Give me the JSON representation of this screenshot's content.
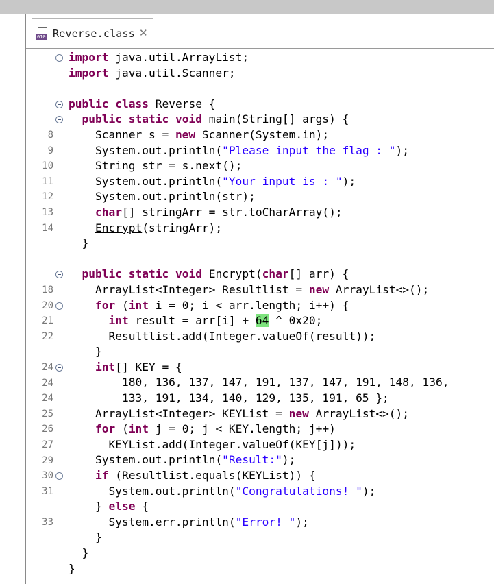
{
  "tab": {
    "title": "Reverse.class",
    "icon": "class-file-icon",
    "close_glyph": "✕"
  },
  "gutter": {
    "line_numbers": [
      "",
      "",
      "",
      "",
      "",
      "8",
      "9",
      "10",
      "11",
      "12",
      "13",
      "14",
      "",
      "",
      "",
      "18",
      "20",
      "21",
      "22",
      "",
      "24",
      "24",
      "24",
      "25",
      "26",
      "27",
      "29",
      "30",
      "31",
      "",
      "33",
      "",
      "",
      ""
    ]
  },
  "code_lines": [
    [
      [
        "kw",
        "import"
      ],
      [
        "",
        " java.util.ArrayList;"
      ]
    ],
    [
      [
        "kw",
        "import"
      ],
      [
        "",
        " java.util.Scanner;"
      ]
    ],
    [],
    [
      [
        "kw",
        "public"
      ],
      [
        "",
        " "
      ],
      [
        "kw",
        "class"
      ],
      [
        "",
        " Reverse {"
      ]
    ],
    [
      [
        "",
        "  "
      ],
      [
        "kw",
        "public"
      ],
      [
        "",
        " "
      ],
      [
        "kw",
        "static"
      ],
      [
        "",
        " "
      ],
      [
        "kw",
        "void"
      ],
      [
        "",
        " main(String[] args) {"
      ]
    ],
    [
      [
        "",
        "    Scanner s = "
      ],
      [
        "kw",
        "new"
      ],
      [
        "",
        " Scanner(System.in);"
      ]
    ],
    [
      [
        "",
        "    System.out.println("
      ],
      [
        "str",
        "\"Please input the flag : \""
      ],
      [
        "",
        ");"
      ]
    ],
    [
      [
        "",
        "    String str = s.next();"
      ]
    ],
    [
      [
        "",
        "    System.out.println("
      ],
      [
        "str",
        "\"Your input is : \""
      ],
      [
        "",
        ");"
      ]
    ],
    [
      [
        "",
        "    System.out.println(str);"
      ]
    ],
    [
      [
        "",
        "    "
      ],
      [
        "kw",
        "char"
      ],
      [
        "",
        "[] stringArr = str.toCharArray();"
      ]
    ],
    [
      [
        "",
        "    "
      ],
      [
        "und",
        "Encrypt"
      ],
      [
        "",
        "(stringArr);"
      ]
    ],
    [
      [
        "",
        "  }"
      ]
    ],
    [],
    [
      [
        "",
        "  "
      ],
      [
        "kw",
        "public"
      ],
      [
        "",
        " "
      ],
      [
        "kw",
        "static"
      ],
      [
        "",
        " "
      ],
      [
        "kw",
        "void"
      ],
      [
        "",
        " Encrypt("
      ],
      [
        "kw",
        "char"
      ],
      [
        "",
        "[] arr) {"
      ]
    ],
    [
      [
        "",
        "    ArrayList<Integer> Resultlist = "
      ],
      [
        "kw",
        "new"
      ],
      [
        "",
        " ArrayList<>();"
      ]
    ],
    [
      [
        "",
        "    "
      ],
      [
        "kw",
        "for"
      ],
      [
        "",
        " ("
      ],
      [
        "kw",
        "int"
      ],
      [
        "",
        " i = 0; i < arr.length; i++) {"
      ]
    ],
    [
      [
        "",
        "      "
      ],
      [
        "kw",
        "int"
      ],
      [
        "",
        " result = arr[i] + "
      ],
      [
        "hl",
        "64"
      ],
      [
        "",
        " ^ 0x20;"
      ]
    ],
    [
      [
        "",
        "      Resultlist.add(Integer.valueOf(result));"
      ]
    ],
    [
      [
        "",
        "    }"
      ]
    ],
    [
      [
        "",
        "    "
      ],
      [
        "kw",
        "int"
      ],
      [
        "",
        "[] KEY = {"
      ]
    ],
    [
      [
        "",
        "        180, 136, 137, 147, 191, 137, 147, 191, 148, 136,"
      ]
    ],
    [
      [
        "",
        "        133, 191, 134, 140, 129, 135, 191, 65 };"
      ]
    ],
    [
      [
        "",
        "    ArrayList<Integer> KEYList = "
      ],
      [
        "kw",
        "new"
      ],
      [
        "",
        " ArrayList<>();"
      ]
    ],
    [
      [
        "",
        "    "
      ],
      [
        "kw",
        "for"
      ],
      [
        "",
        " ("
      ],
      [
        "kw",
        "int"
      ],
      [
        "",
        " j = 0; j < KEY.length; j++)"
      ]
    ],
    [
      [
        "",
        "      KEYList.add(Integer.valueOf(KEY[j]));"
      ]
    ],
    [
      [
        "",
        "    System.out.println("
      ],
      [
        "str",
        "\"Result:\""
      ],
      [
        "",
        ");"
      ]
    ],
    [
      [
        "",
        "    "
      ],
      [
        "kw",
        "if"
      ],
      [
        "",
        " (Resultlist.equals(KEYList)) {"
      ]
    ],
    [
      [
        "",
        "      System.out.println("
      ],
      [
        "str",
        "\"Congratulations! \""
      ],
      [
        "",
        ");"
      ]
    ],
    [
      [
        "",
        "    } "
      ],
      [
        "kw",
        "else"
      ],
      [
        "",
        " {"
      ]
    ],
    [
      [
        "",
        "      System.err.println("
      ],
      [
        "str",
        "\"Error! \""
      ],
      [
        "",
        ");"
      ]
    ],
    [
      [
        "",
        "    }"
      ]
    ],
    [
      [
        "",
        "  }"
      ]
    ],
    [
      [
        "",
        "}"
      ]
    ]
  ],
  "colors": {
    "keyword": "#7f0055",
    "string": "#2a00ff",
    "highlight": "#7de37d"
  }
}
